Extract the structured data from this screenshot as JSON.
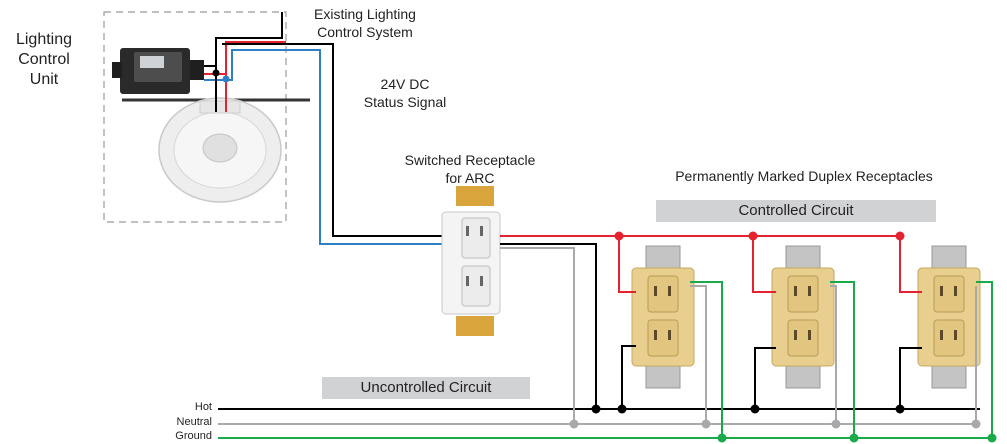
{
  "labels": {
    "lighting_control_unit": [
      "Lighting",
      "Control",
      "Unit"
    ],
    "existing_system": [
      "Existing Lighting",
      "Control System"
    ],
    "status_signal": [
      "24V DC",
      "Status Signal"
    ],
    "switched_receptacle": [
      "Switched Receptacle",
      "for ARC"
    ],
    "duplex_title": "Permanently Marked Duplex Receptacles",
    "controlled_circuit": "Controlled Circuit",
    "uncontrolled_circuit": "Uncontrolled Circuit"
  },
  "wire_names": {
    "hot": "Hot",
    "neutral": "Neutral",
    "ground": "Ground"
  },
  "colors": {
    "hot": "#000000",
    "controlled": "#e52330",
    "neutral": "#a7a9ac",
    "ground": "#1aaa4b",
    "signal": "#2e7fc3",
    "band": "#d1d2d4",
    "receptacle_ivory": "#e8cf8f",
    "receptacle_white": "#f4f4f4",
    "strap": "#d9a43c"
  },
  "icons": {
    "control_unit": "power-pack-icon",
    "occupancy_sensor": "ceiling-sensor-icon",
    "switched_receptacle": "white-receptacle-icon",
    "duplex_receptacle": "ivory-receptacle-icon"
  }
}
